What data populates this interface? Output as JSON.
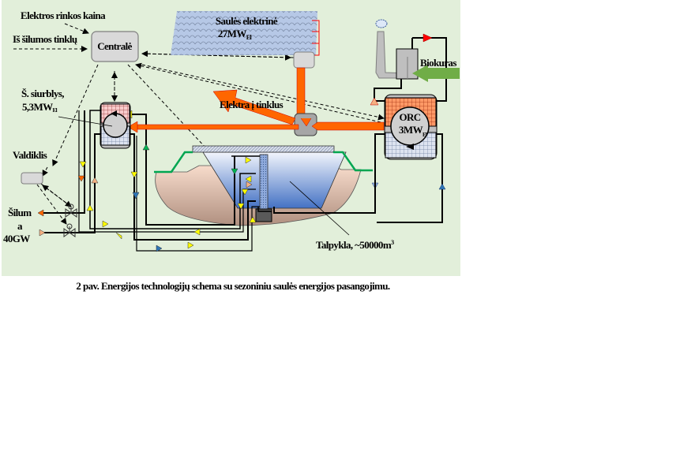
{
  "figure": {
    "caption": "2 pav. Energijos technologijų schema su sezoniniu saulės energijos pasangojimu.",
    "background_color": "#e2efda"
  },
  "labels": {
    "market_price": "Elektros rinkos kaina",
    "from_heat_network": "Iš šilumos tinklų",
    "central": "Centralė",
    "solar_plant_line1": "Saulės elektrinė",
    "solar_plant_line2": "27MW",
    "solar_plant_sub": "El",
    "biofuel": "Biokuras",
    "heat_pump_line1": "Š. siurblys,",
    "heat_pump_line2": "5,3MW",
    "heat_pump_sub": "El",
    "electricity_to_grid": "Elektra į tinklus",
    "orc_line1": "ORC",
    "orc_line2": "3MW",
    "orc_sub": "El",
    "controller": "Valdiklis",
    "heat_line1": "Šilum",
    "heat_line2": "a",
    "heat_line3": "40GW",
    "storage": "Talpykla, ~50000m",
    "storage_sup": "3"
  },
  "colors": {
    "power_flow": "#ff6600",
    "hot_exchanger": "#ff9966",
    "cold_exchanger": "#dde3f0",
    "ground": "#e8cbb8",
    "embankment": "#00a651",
    "water_top": "#eef2fb",
    "water_bottom": "#4472c4",
    "biofuel_arrow": "#70ad47",
    "flow_yellow": "#ffff00",
    "flow_orange": "#ff6600",
    "flow_salmon": "#f4b183",
    "flow_green": "#00b050",
    "flow_blue": "#2e75b6",
    "flow_red": "#ff0000"
  }
}
